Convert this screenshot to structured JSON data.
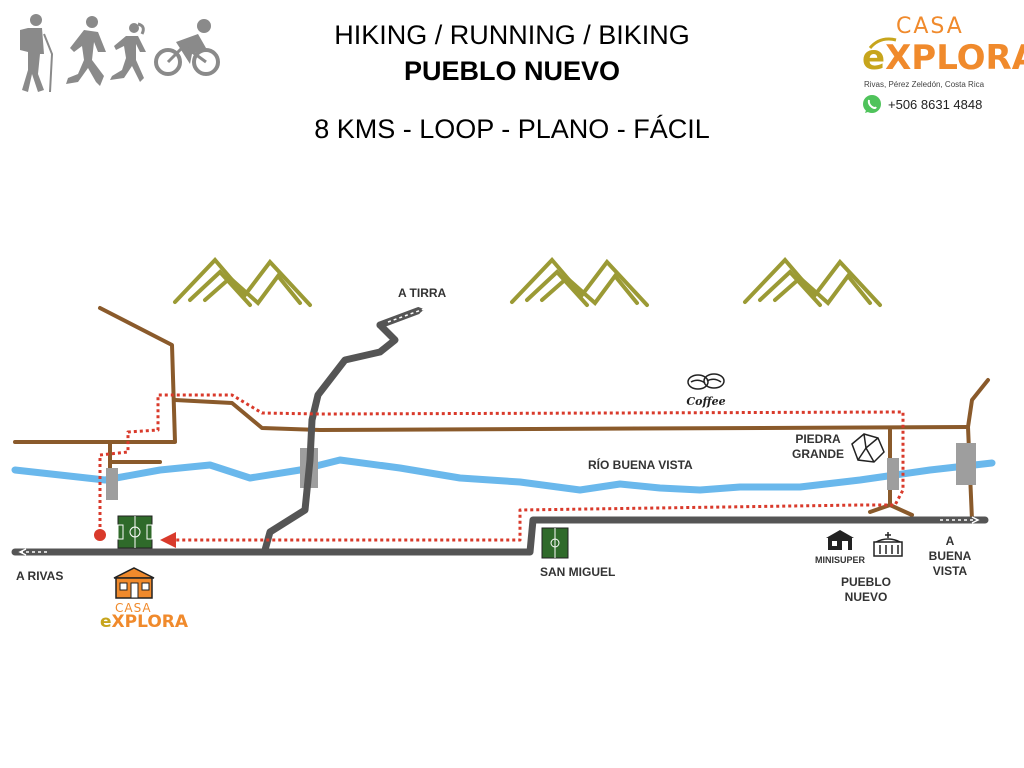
{
  "header": {
    "line1": "HIKING / RUNNING / BIKING",
    "line2": "PUEBLO NUEVO",
    "line3": "8 KMS - LOOP - PLANO - FÁCIL"
  },
  "icons": [
    "hiker-icon",
    "runner-icon",
    "runner-woman-icon",
    "cyclist-icon"
  ],
  "logo": {
    "casa": "CASA",
    "explora_e": "e",
    "explora_rest": "XPLORA",
    "location": "Rivas, Pérez Zeledón, Costa Rica",
    "phone": "+506 8631 4848"
  },
  "map": {
    "river": "RÍO BUENA VISTA",
    "a_tirra": "A TIRRA",
    "a_rivas": "A RIVAS",
    "san_miguel": "SAN MIGUEL",
    "piedra_grande_1": "PIEDRA",
    "piedra_grande_2": "GRANDE",
    "coffee": "Coffee",
    "minisuper": "MINISUPER",
    "pueblo_nuevo_1": "PUEBLO",
    "pueblo_nuevo_2": "NUEVO",
    "buena_vista_1": "A",
    "buena_vista_2": "BUENA",
    "buena_vista_3": "VISTA",
    "home_casa": "CASA",
    "home_explora_e": "e",
    "home_explora_rest": "XPLORA"
  },
  "colors": {
    "trail": "#8a5a2b",
    "road": "#555555",
    "river": "#6ab8ec",
    "route": "#d93a2b",
    "mountain": "#9b9a35",
    "field": "#2f6a2a",
    "brand": "#f08a2c"
  }
}
